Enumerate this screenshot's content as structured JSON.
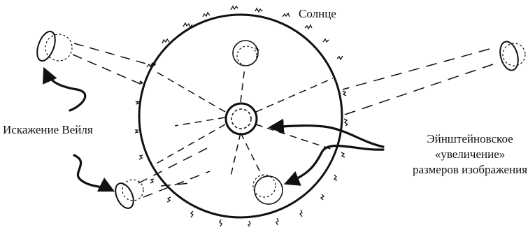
{
  "labels": {
    "sun": "Солнце",
    "weyl": "Искажение Вейля",
    "einstein": [
      "Эйнштейновское",
      "«увеличение»",
      "размеров изображения"
    ]
  },
  "colors": {
    "ink": "#111111",
    "background": "#ffffff"
  }
}
